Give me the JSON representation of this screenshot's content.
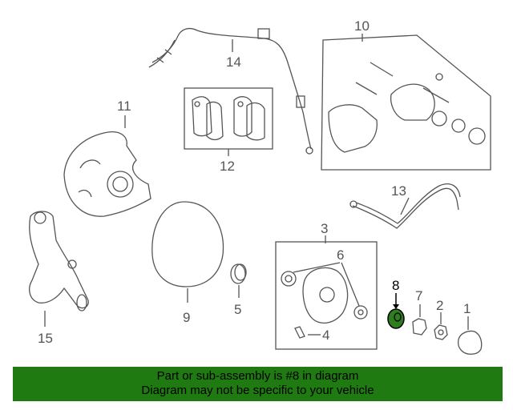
{
  "callouts": {
    "c1": "1",
    "c2": "2",
    "c3": "3",
    "c4": "4",
    "c5": "5",
    "c6": "6",
    "c7": "7",
    "c8": "8",
    "c9": "9",
    "c10": "10",
    "c11": "11",
    "c12": "12",
    "c13": "13",
    "c14": "14",
    "c15": "15"
  },
  "highlight": {
    "part": "8",
    "color": "#2e7d1e"
  },
  "banner": {
    "line1": "Part or sub-assembly is #8 in diagram",
    "line2": "Diagram may not be specific to your vehicle",
    "background": "#1f7a12"
  }
}
